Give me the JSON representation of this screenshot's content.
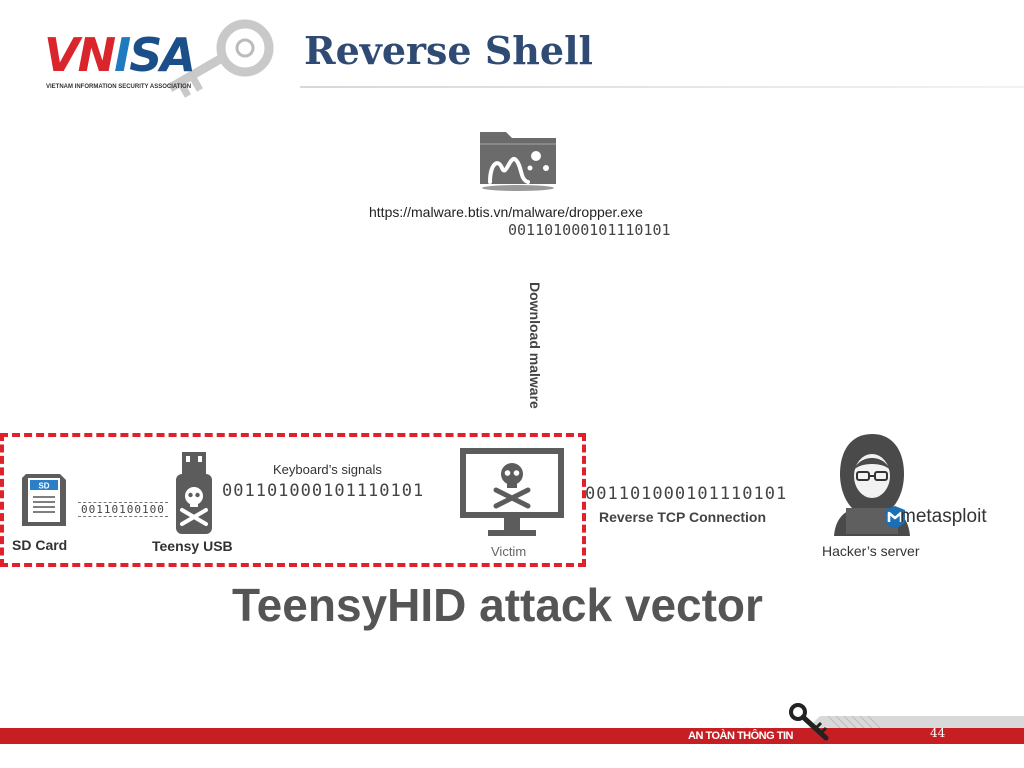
{
  "header": {
    "title": "Reverse Shell",
    "logo": {
      "text_v": "V",
      "text_n": "N",
      "text_i": "I",
      "text_sa": "SA",
      "subtitle": "VIETNAM INFORMATION SECURITY ASSOCIATION",
      "icon": "key-icon"
    }
  },
  "diagram": {
    "malware_server": {
      "icon": "folder-malware-icon",
      "url": "https://malware.btis.vn/malware/dropper.exe"
    },
    "download": {
      "bits": "001101000101110101",
      "label": "Download malware"
    },
    "sd_card": {
      "icon": "sd-card-icon",
      "badge": "SD",
      "label": "SD Card",
      "bits": "00110100100"
    },
    "teensy": {
      "icon": "usb-skull-icon",
      "label": "Teensy USB"
    },
    "keyboard": {
      "label": "Keyboard’s signals",
      "bits": "001101000101110101"
    },
    "victim": {
      "icon": "monitor-skull-icon",
      "label": "Victim"
    },
    "reverse": {
      "bits": "001101000101110101",
      "label": "Reverse TCP Connection"
    },
    "hacker": {
      "icon": "hacker-icon",
      "label": "Hacker’s server",
      "brand": "metasploit",
      "brand_icon": "metasploit-m-icon"
    },
    "highlight_color": "#e0202a"
  },
  "caption": "TeensyHID attack vector",
  "footer": {
    "text": "AN TOÀN THÔNG TIN",
    "page": "44",
    "bar_color": "#c71e24"
  }
}
